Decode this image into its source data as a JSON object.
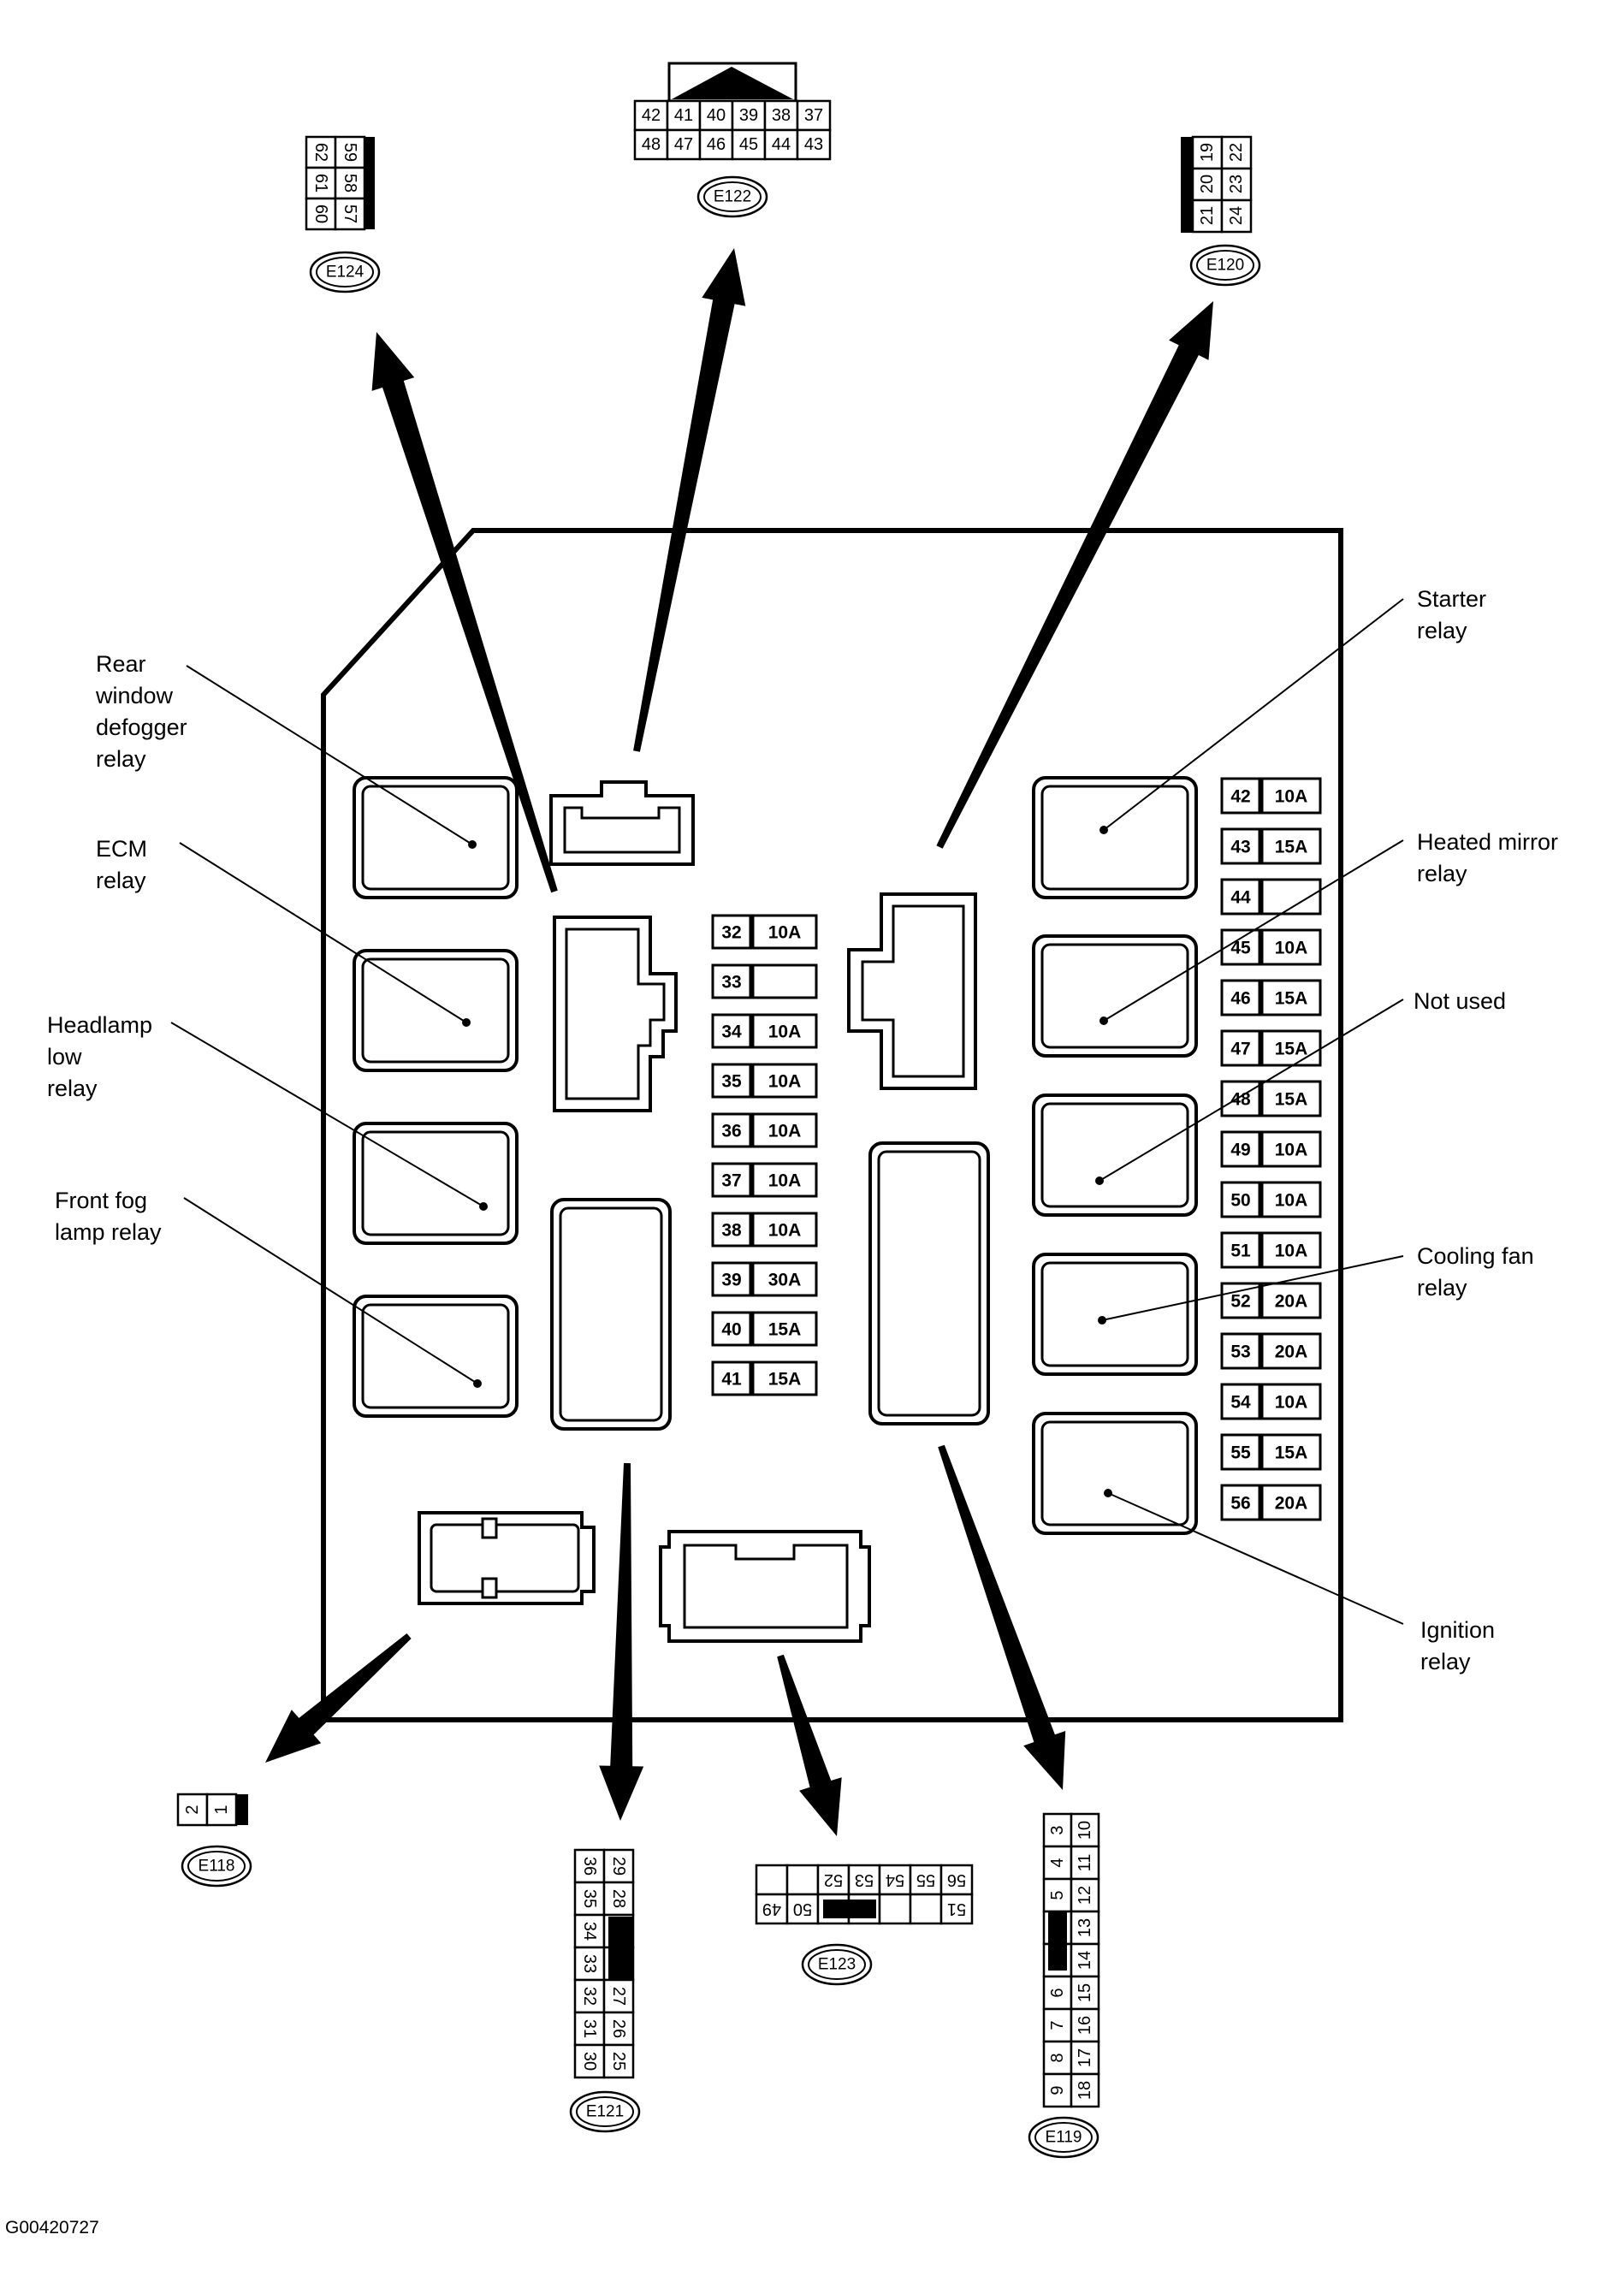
{
  "figure_id": "G00420727",
  "relays": [
    {
      "key": "rear_defogger",
      "label": "Rear\nwindow\ndefogger\nrelay"
    },
    {
      "key": "ecm",
      "label": "ECM\nrelay"
    },
    {
      "key": "headlamp_low",
      "label": "Headlamp\nlow\nrelay"
    },
    {
      "key": "front_fog",
      "label": "Front fog\nlamp relay"
    },
    {
      "key": "starter",
      "label": "Starter\nrelay"
    },
    {
      "key": "heated_mirror",
      "label": "Heated mirror\nrelay"
    },
    {
      "key": "not_used",
      "label": "Not used"
    },
    {
      "key": "cooling_fan",
      "label": "Cooling fan\nrelay"
    },
    {
      "key": "ignition",
      "label": "Ignition\nrelay"
    }
  ],
  "fuses_center": [
    {
      "num": "32",
      "amp": "10A"
    },
    {
      "num": "33",
      "amp": ""
    },
    {
      "num": "34",
      "amp": "10A"
    },
    {
      "num": "35",
      "amp": "10A"
    },
    {
      "num": "36",
      "amp": "10A"
    },
    {
      "num": "37",
      "amp": "10A"
    },
    {
      "num": "38",
      "amp": "10A"
    },
    {
      "num": "39",
      "amp": "30A"
    },
    {
      "num": "40",
      "amp": "15A"
    },
    {
      "num": "41",
      "amp": "15A"
    }
  ],
  "fuses_right": [
    {
      "num": "42",
      "amp": "10A"
    },
    {
      "num": "43",
      "amp": "15A"
    },
    {
      "num": "44",
      "amp": ""
    },
    {
      "num": "45",
      "amp": "10A"
    },
    {
      "num": "46",
      "amp": "15A"
    },
    {
      "num": "47",
      "amp": "15A"
    },
    {
      "num": "48",
      "amp": "15A"
    },
    {
      "num": "49",
      "amp": "10A"
    },
    {
      "num": "50",
      "amp": "10A"
    },
    {
      "num": "51",
      "amp": "10A"
    },
    {
      "num": "52",
      "amp": "20A"
    },
    {
      "num": "53",
      "amp": "20A"
    },
    {
      "num": "54",
      "amp": "10A"
    },
    {
      "num": "55",
      "amp": "15A"
    },
    {
      "num": "56",
      "amp": "20A"
    }
  ],
  "connectors": {
    "E122": {
      "code": "E122",
      "rows": [
        [
          "42",
          "41",
          "40",
          "39",
          "38",
          "37"
        ],
        [
          "48",
          "47",
          "46",
          "45",
          "44",
          "43"
        ]
      ]
    },
    "E124": {
      "code": "E124",
      "cols": [
        [
          "62",
          "61",
          "60"
        ],
        [
          "59",
          "58",
          "57"
        ]
      ]
    },
    "E120": {
      "code": "E120",
      "cols": [
        [
          "19",
          "20",
          "21"
        ],
        [
          "22",
          "23",
          "24"
        ]
      ]
    },
    "E118": {
      "code": "E118",
      "cells": [
        "2",
        "1"
      ]
    },
    "E121": {
      "code": "E121",
      "col_a": [
        "36",
        "35",
        "34",
        "33",
        "32",
        "31",
        "30"
      ],
      "col_b": [
        "29",
        "28",
        "27",
        "26",
        "25"
      ]
    },
    "E123": {
      "code": "E123",
      "row_a": [
        "56",
        "55",
        "54",
        "53",
        "52"
      ],
      "row_b": [
        "51",
        "50",
        "49"
      ]
    },
    "E119": {
      "code": "E119",
      "col_a": [
        "3",
        "4",
        "5",
        "6",
        "7",
        "8",
        "9"
      ],
      "col_b": [
        "10",
        "11",
        "12",
        "13",
        "14",
        "15",
        "16",
        "17",
        "18"
      ]
    }
  }
}
